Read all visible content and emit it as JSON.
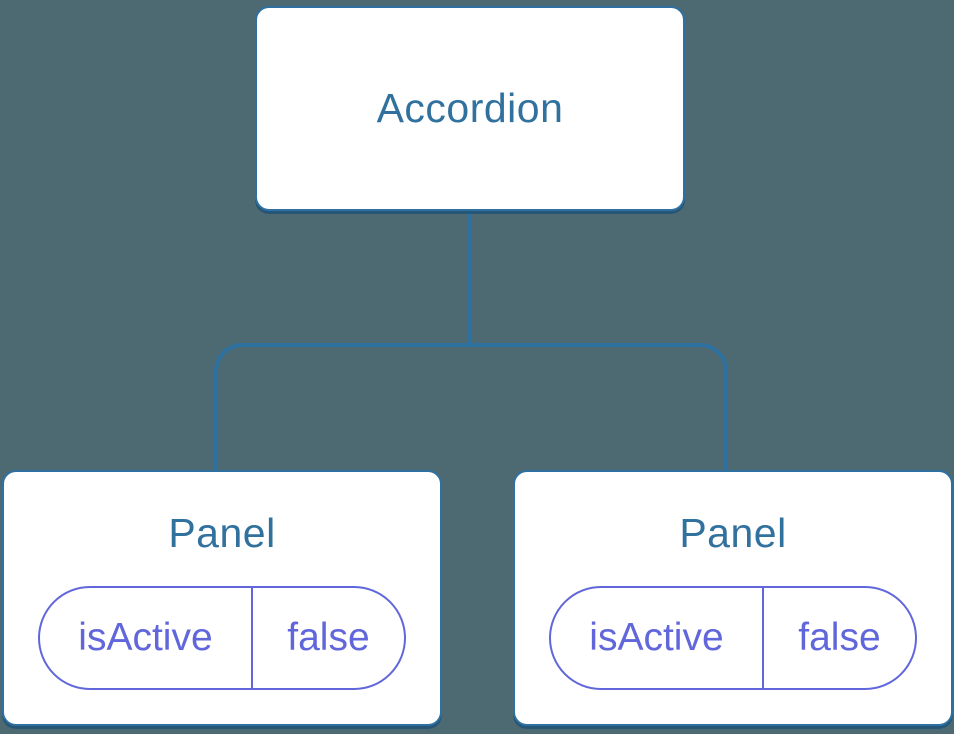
{
  "colors": {
    "background": "#4d6972",
    "connector_stroke": "#2e71a1",
    "node_fill": "#ffffff",
    "node_label_text": "#31719e",
    "state_accent": "#6167db"
  },
  "tree": {
    "root": {
      "label": "Accordion"
    },
    "children": [
      {
        "label": "Panel",
        "state": {
          "key": "isActive",
          "value": "false"
        }
      },
      {
        "label": "Panel",
        "state": {
          "key": "isActive",
          "value": "false"
        }
      }
    ]
  }
}
